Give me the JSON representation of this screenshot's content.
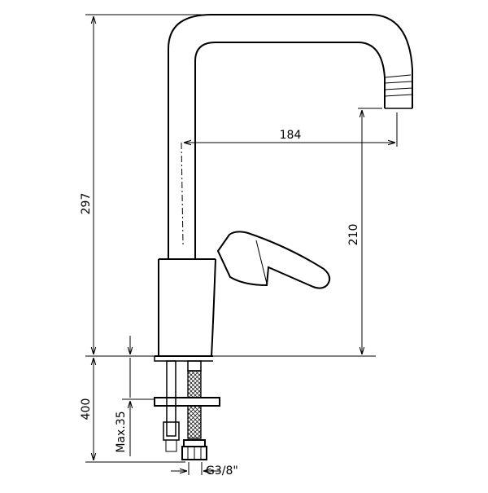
{
  "dimensions": {
    "total_height": "297",
    "reach": "184",
    "spout_height": "210",
    "hose_length": "400",
    "max_thickness": "Max.35",
    "thread": "G3/8\""
  }
}
